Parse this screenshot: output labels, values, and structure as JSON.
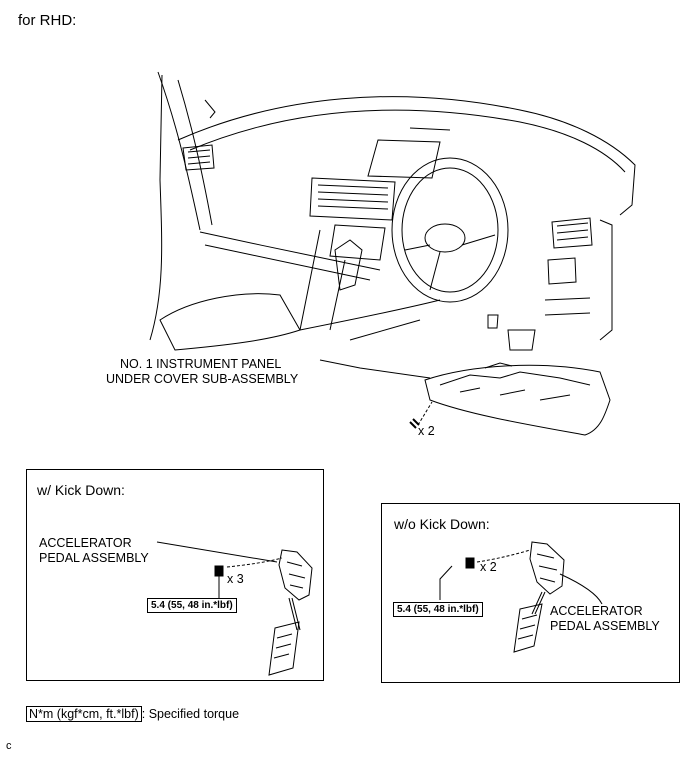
{
  "header": {
    "title": "for RHD:"
  },
  "main_diagram": {
    "part_label_line1": "NO. 1 INSTRUMENT PANEL",
    "part_label_line2": "UNDER COVER SUB-ASSEMBLY",
    "screw_count": "x 2"
  },
  "kick_down_panel": {
    "title": "w/ Kick Down:",
    "part_label_line1": "ACCELERATOR",
    "part_label_line2": "PEDAL ASSEMBLY",
    "nut_count": "x 3",
    "torque": "5.4 (55, 48 in.*lbf)"
  },
  "no_kick_down_panel": {
    "title": "w/o Kick Down:",
    "part_label_line1": "ACCELERATOR",
    "part_label_line2": "PEDAL ASSEMBLY",
    "nut_count": "x 2",
    "torque": "5.4 (55, 48 in.*lbf)"
  },
  "legend": {
    "unit": "N*m (kgf*cm, ft.*lbf)",
    "description": ": Specified torque"
  },
  "footer": {
    "code": "c"
  }
}
